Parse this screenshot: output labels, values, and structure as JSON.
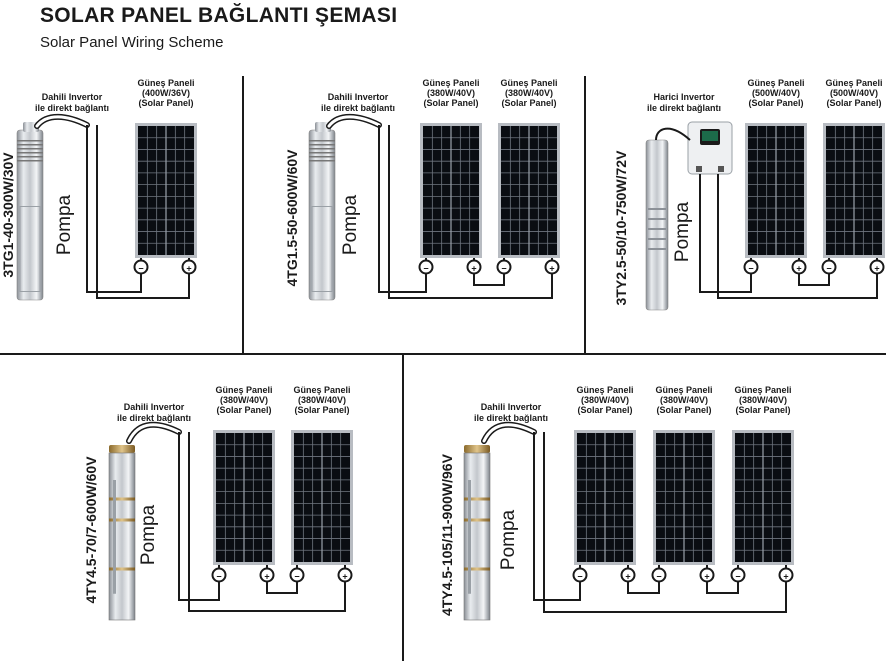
{
  "header": {
    "title": "SOLAR PANEL BAĞLANTI ŞEMASI",
    "subtitle": "Solar Panel Wiring Scheme"
  },
  "labels": {
    "pompa": "Pompa",
    "minus": "−",
    "plus": "+"
  },
  "panel_label": [
    "Güneş Paneli",
    "",
    "(Solar Panel)"
  ],
  "diagrams": [
    {
      "model": "3TG1-40-300W/30V",
      "inverter_lines": [
        "Dahili Invertor",
        "ile direkt bağlantı"
      ],
      "pump_type": "screw",
      "panel_ratings": [
        "(400W/36V)"
      ]
    },
    {
      "model": "4TG1.5-50-600W/60V",
      "inverter_lines": [
        "Dahili Invertor",
        "ile direkt bağlantı"
      ],
      "pump_type": "screw",
      "panel_ratings": [
        "(380W/40V)",
        "(380W/40V)"
      ]
    },
    {
      "model": "3TY2.5-50/10-750W/72V",
      "inverter_lines": [
        "Harici Invertor",
        "ile direkt bağlantı"
      ],
      "pump_type": "external",
      "panel_ratings": [
        "(500W/40V)",
        "(500W/40V)"
      ]
    },
    {
      "model": "4TY4.5-70/7-600W/60V",
      "inverter_lines": [
        "Dahili Invertor",
        "ile direkt bağlantı"
      ],
      "pump_type": "multistage",
      "panel_ratings": [
        "(380W/40V)",
        "(380W/40V)"
      ]
    },
    {
      "model": "4TY4.5-105/11-900W/96V",
      "inverter_lines": [
        "Dahili Invertor",
        "ile direkt bağlantı"
      ],
      "pump_type": "multistage",
      "panel_ratings": [
        "(380W/40V)",
        "(380W/40V)",
        "(380W/40V)"
      ]
    }
  ],
  "colors": {
    "panel_cell": "#0a0d12",
    "panel_frame": "#b8bcc2",
    "line": "#1a1a1a",
    "inverter_screen": "#1c6b4a"
  }
}
